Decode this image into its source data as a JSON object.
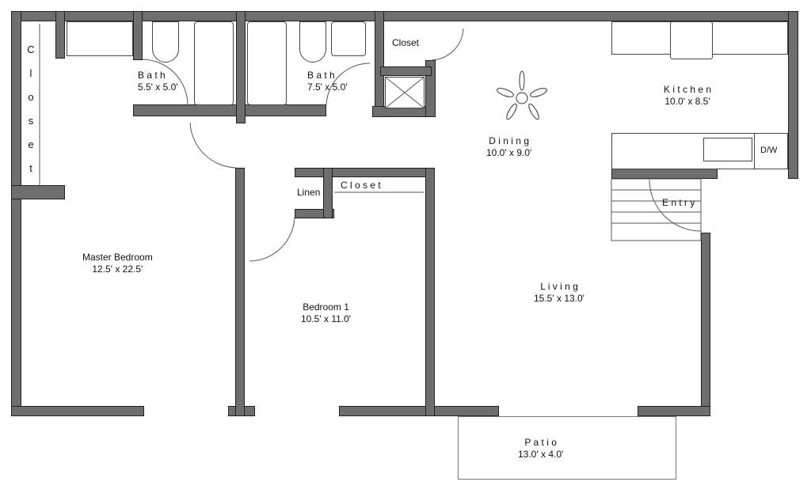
{
  "floor_plan": {
    "rooms": [
      {
        "id": "closet-left",
        "name": "C l o s e t",
        "dims": ""
      },
      {
        "id": "bath-1",
        "name": "B a t h",
        "dims": "5.5' x 5.0'"
      },
      {
        "id": "bath-2",
        "name": "B a t h",
        "dims": "7.5' x 5.0'"
      },
      {
        "id": "closet-top",
        "name": "Closet",
        "dims": ""
      },
      {
        "id": "kitchen",
        "name": "K i t c h e n",
        "dims": "10.0' x 8.5'"
      },
      {
        "id": "dining",
        "name": "D i n i n g",
        "dims": "10.0' x 9.0'"
      },
      {
        "id": "linen",
        "name": "Linen",
        "dims": ""
      },
      {
        "id": "closet-bed1",
        "name": "C l o s e t",
        "dims": ""
      },
      {
        "id": "entry",
        "name": "E n t r y",
        "dims": ""
      },
      {
        "id": "master-bedroom",
        "name": "Master Bedroom",
        "dims": "12.5' x 22.5'"
      },
      {
        "id": "bedroom-1",
        "name": "Bedroom 1",
        "dims": "10.5' x 11.0'"
      },
      {
        "id": "living",
        "name": "L i v i n g",
        "dims": "15.5' x 13.0'"
      },
      {
        "id": "patio",
        "name": "P a t i o",
        "dims": "13.0' x 4.0'"
      }
    ],
    "appliances": {
      "dishwasher": "D/W"
    },
    "colors": {
      "wall": "#6e6e6e",
      "outline": "#222222",
      "background": "#ffffff"
    }
  }
}
